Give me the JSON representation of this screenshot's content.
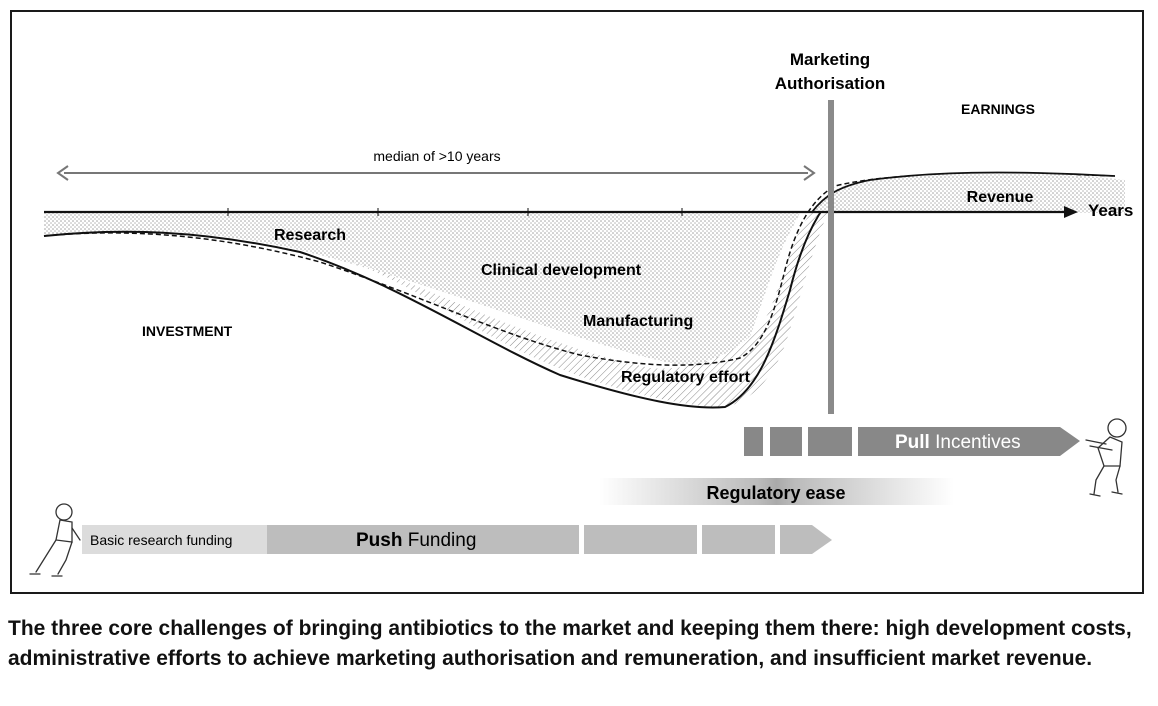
{
  "diagram": {
    "marketing_authorisation_line1": "Marketing",
    "marketing_authorisation_line2": "Authorisation",
    "earnings_label": "EARNINGS",
    "investment_label": "INVESTMENT",
    "duration_label": "median of >10 years",
    "x_axis_label": "Years",
    "revenue_label": "Revenue",
    "phases": {
      "research": "Research",
      "clinical": "Clinical development",
      "manufacturing": "Manufacturing",
      "regulatory": "Regulatory effort"
    },
    "pull": {
      "bold": "Pull",
      "rest": " Incentives"
    },
    "regulatory_ease": "Regulatory ease",
    "basic_research": "Basic research funding",
    "push": {
      "bold": "Push",
      "rest": " Funding"
    },
    "figures": {
      "left": "person-sitting-figure",
      "right": "person-pulling-figure"
    }
  },
  "caption": "The three core challenges of bringing antibiotics to the market and keeping them there: high development costs, administrative efforts to achieve marketing authorisation and remuneration, and insufficient market revenue.",
  "colors": {
    "axis": "#111111",
    "divider": "#8a8a8a",
    "bar_dark": "#888888",
    "bar_light": "#bdbdbd",
    "bar_pale": "#dcdcdc"
  }
}
